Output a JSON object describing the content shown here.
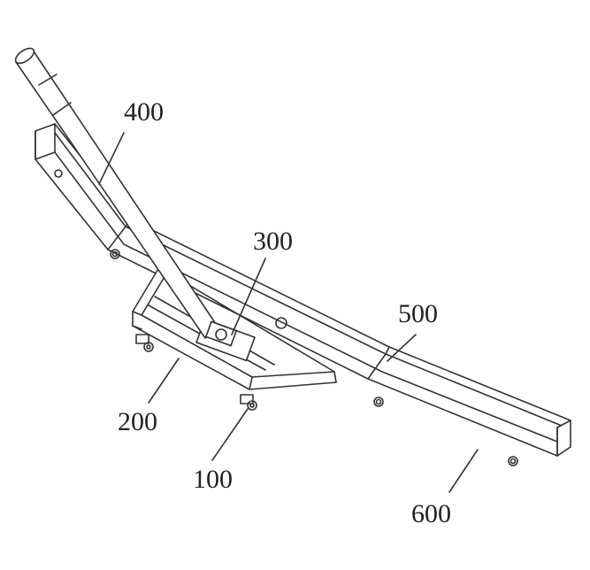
{
  "figure": {
    "labels": {
      "handle": "400",
      "joint": "300",
      "frame_upper": "500",
      "tray": "200",
      "wheel": "100",
      "frame_lower": "600"
    },
    "stroke_color": "#333333",
    "background": "#ffffff"
  }
}
